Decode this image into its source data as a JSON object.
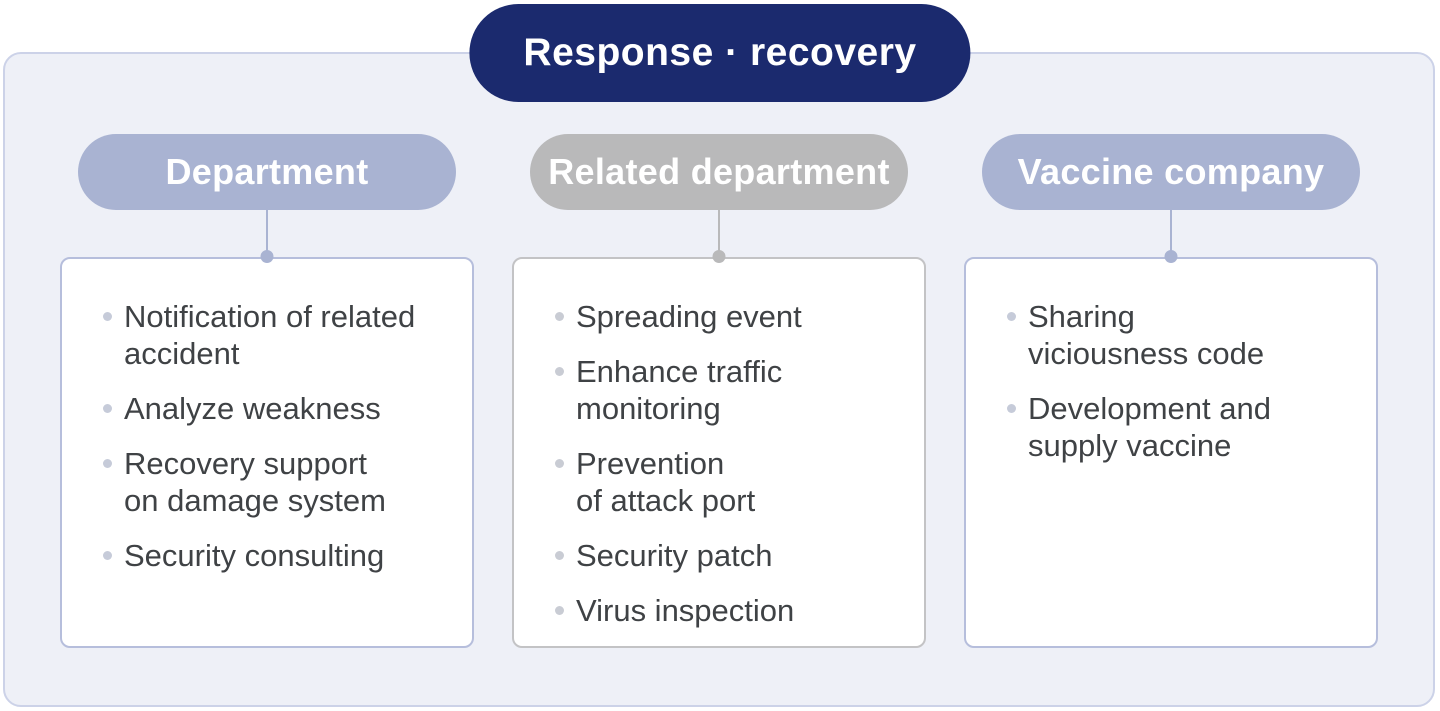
{
  "title": {
    "text": "Response · recovery"
  },
  "columns": [
    {
      "header": "Department",
      "theme": "blue",
      "items": [
        "Notification of related\naccident",
        "Analyze weakness",
        "Recovery support\non damage system",
        "Security consulting"
      ]
    },
    {
      "header": "Related department",
      "theme": "gray",
      "items": [
        "Spreading event",
        "Enhance traffic\nmonitoring",
        "Prevention\nof attack port",
        "Security patch",
        "Virus inspection"
      ]
    },
    {
      "header": "Vaccine company",
      "theme": "blue",
      "items": [
        "Sharing\nviciousness code",
        "Development and\nsupply vaccine"
      ]
    }
  ],
  "colors": {
    "title-pill-bg": "#1B2A6E",
    "title-pill-text": "#FFFFFF",
    "header-pill-blue-bg": "#A9B3D2",
    "header-pill-gray-bg": "#B9B9BA",
    "header-pill-text": "#FFFFFF",
    "board-bg": "#EEF0F7",
    "board-border": "#CCD2E8",
    "card-bg": "#FFFFFF",
    "card-border-blue": "#B6BEDC",
    "card-border-gray": "#C3C3C5",
    "connector-blue": "#A9B3D2",
    "connector-gray": "#B9B9BA",
    "bullet-blue": "#C6CBD9",
    "bullet-gray": "#C9CCD4",
    "item-text": "#3F4245"
  }
}
